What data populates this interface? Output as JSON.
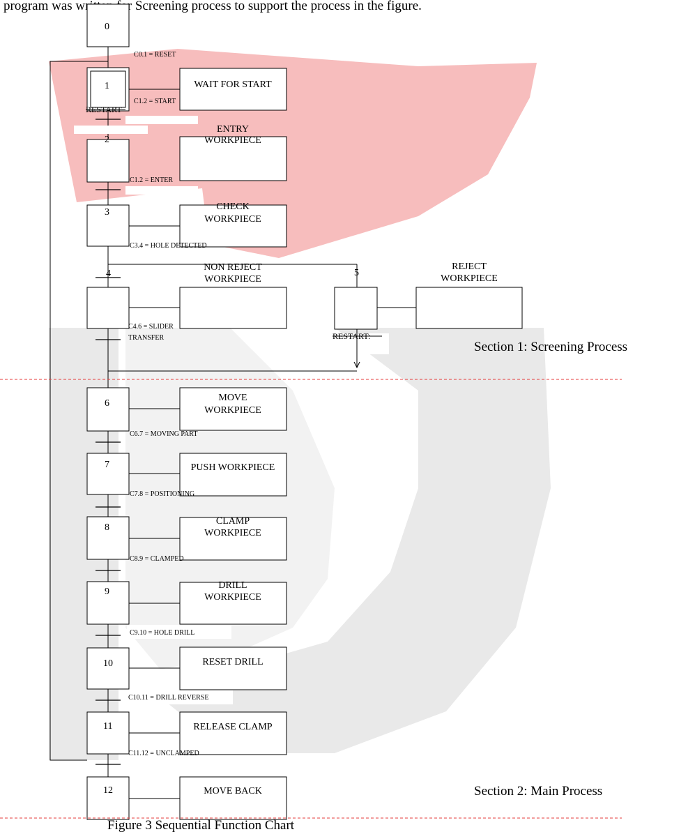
{
  "header_text": "program was written for Screening process to support the process in the figure.",
  "watermark_color": "#f7b9b9",
  "watermark_gray": "#e9e9e9",
  "steps": {
    "s0": "0",
    "s1": "1",
    "s2": "2",
    "s3": "3",
    "s4": "4",
    "s5": "5",
    "s6": "6",
    "s7": "7",
    "s8": "8",
    "s9": "9",
    "s10": "10",
    "s11": "11",
    "s12": "12"
  },
  "actions": {
    "a1": [
      "WAIT FOR START"
    ],
    "a2": [
      "ENTRY",
      "WORKPIECE"
    ],
    "a3": [
      "CHECK",
      "WORKPIECE"
    ],
    "a4": [
      "NON REJECT",
      "WORKPIECE"
    ],
    "a5": [
      "REJECT",
      "WORKPIECE"
    ],
    "a6": [
      "MOVE",
      "WORKPIECE"
    ],
    "a7": [
      "PUSH WORKPIECE"
    ],
    "a8": [
      "CLAMP",
      "WORKPIECE"
    ],
    "a9": [
      "DRILL",
      "WORKPIECE"
    ],
    "a10": [
      "RESET DRILL"
    ],
    "a11": [
      "RELEASE CLAMP"
    ],
    "a12": [
      "MOVE BACK"
    ]
  },
  "transitions": {
    "t0": "C0.1 = RESET",
    "t1": "C1.2 = START",
    "t2": "C1.2 = ENTER",
    "t3": "C3.4 = HOLE DETECTED",
    "t4a": "C4.6 = SLIDER",
    "t4b": "TRANSFER",
    "t6": "C6.7 = MOVING PART",
    "t7": "C7.8 = POSITIONING",
    "t8": "C8.9 = CLAMPED",
    "t9": "C9.10 = HOLE DRILL",
    "t10": "C10.11 = DRILL REVERSE",
    "t11": "C11.12 = UNCLAMPED"
  },
  "restart_label_1": "RESTART",
  "restart_label_2": "RESTART:",
  "section1": "Section 1: Screening Process",
  "section2": "Section 2: Main Process",
  "caption": "Figure 3 Sequential Function Chart"
}
